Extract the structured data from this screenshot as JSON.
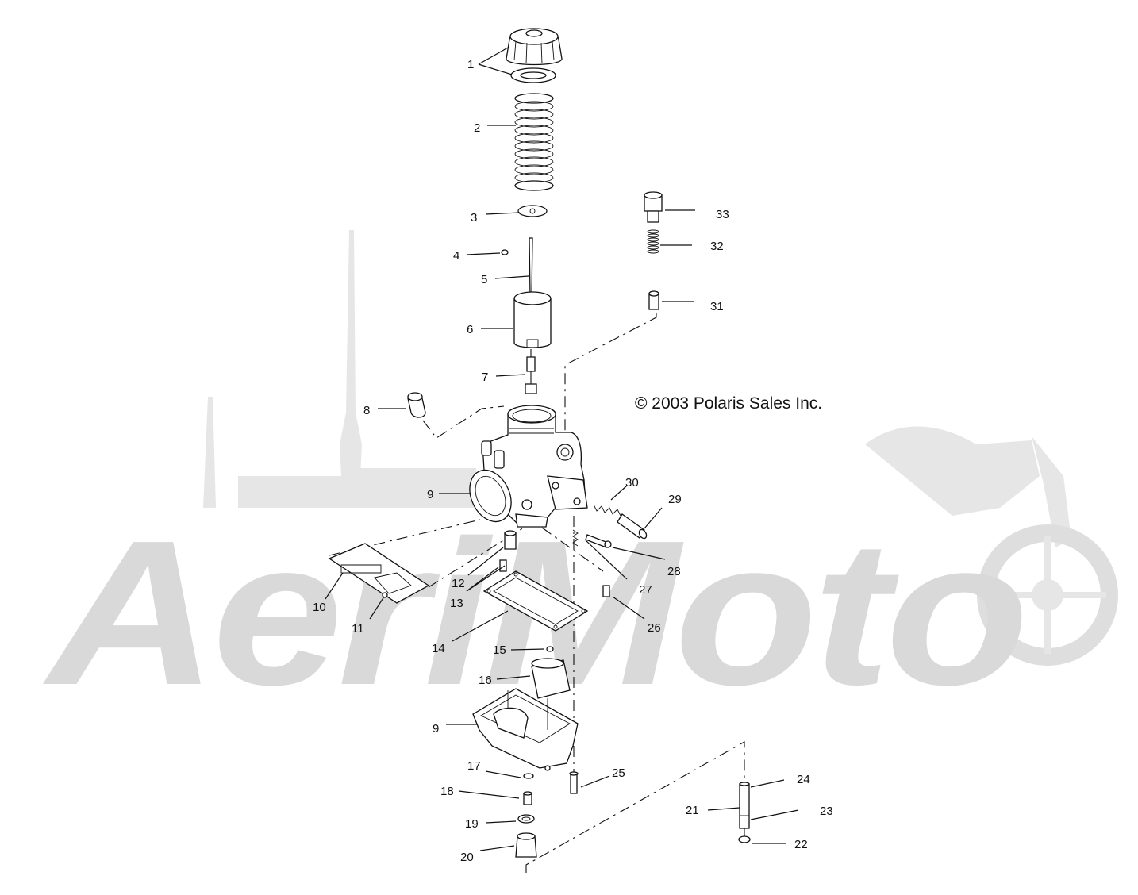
{
  "diagram": {
    "copyright": "© 2003 Polaris Sales Inc.",
    "watermark_text": "AeriMoto",
    "callouts": [
      "1",
      "2",
      "3",
      "4",
      "5",
      "6",
      "7",
      "8",
      "9",
      "9",
      "10",
      "11",
      "12",
      "13",
      "14",
      "15",
      "16",
      "17",
      "18",
      "19",
      "20",
      "21",
      "22",
      "23",
      "24",
      "25",
      "26",
      "27",
      "28",
      "29",
      "30",
      "31",
      "32",
      "33"
    ]
  }
}
